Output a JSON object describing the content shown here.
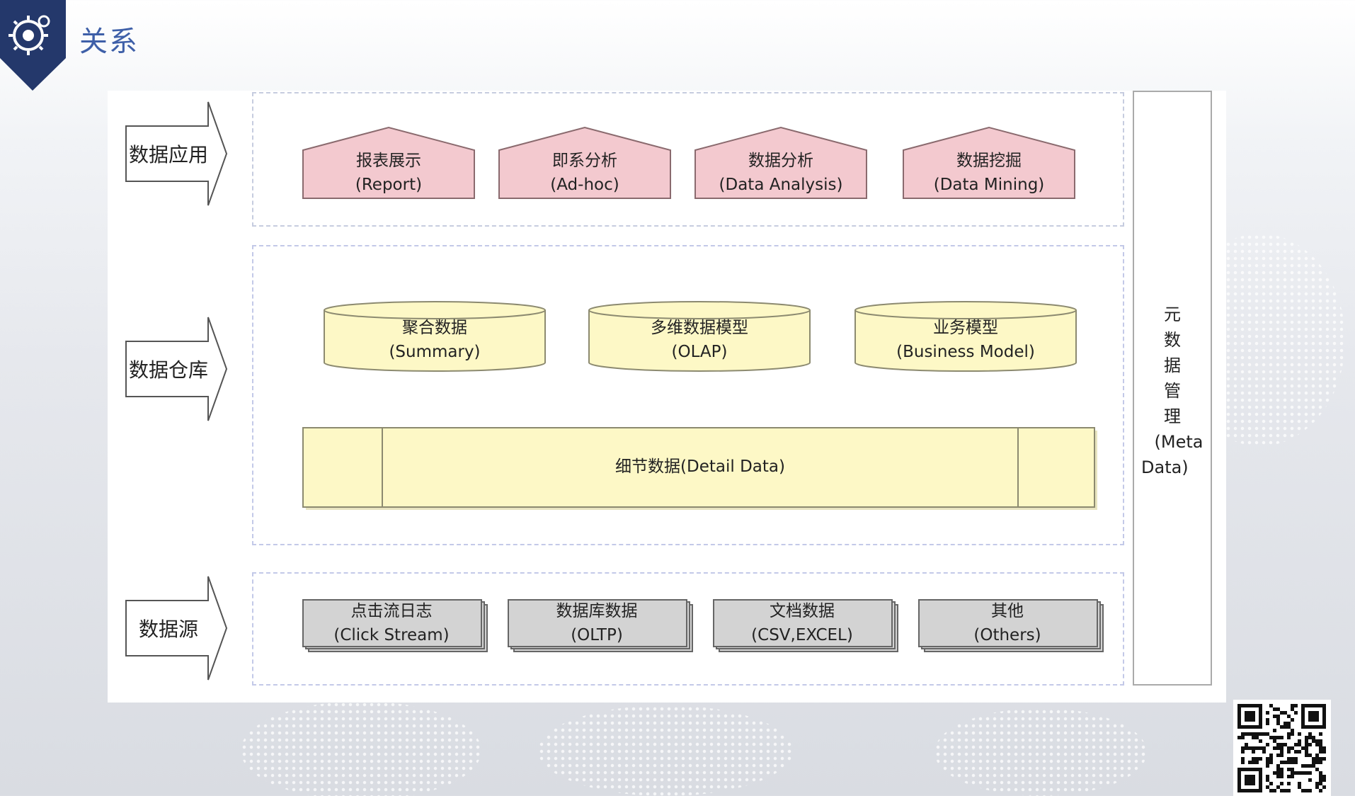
{
  "header": {
    "title": "关系"
  },
  "layers": {
    "application": {
      "label": "数据应用",
      "items": [
        {
          "cn": "报表展示",
          "en": "(Report)"
        },
        {
          "cn": "即系分析",
          "en": "(Ad-hoc)"
        },
        {
          "cn": "数据分析",
          "en": "(Data Analysis)"
        },
        {
          "cn": "数据挖掘",
          "en": "(Data Mining)"
        }
      ]
    },
    "warehouse": {
      "label": "数据仓库",
      "items": [
        {
          "cn": "聚合数据",
          "en": "(Summary)"
        },
        {
          "cn": "多维数据模型",
          "en": "(OLAP)"
        },
        {
          "cn": "业务模型",
          "en": "(Business Model)"
        }
      ],
      "detail": "细节数据(Detail Data)"
    },
    "source": {
      "label": "数据源",
      "items": [
        {
          "cn": "点击流日志",
          "en": "(Click Stream)"
        },
        {
          "cn": "数据库数据",
          "en": "(OLTP)"
        },
        {
          "cn": "文档数据",
          "en": "(CSV,EXCEL)"
        },
        {
          "cn": "其他",
          "en": "(Others)"
        }
      ]
    }
  },
  "metadata": {
    "chars": [
      "元",
      "数",
      "据",
      "管",
      "理"
    ],
    "en_line1": "(Meta",
    "en_line2": "Data)"
  },
  "colors": {
    "application_fill": "#f3c9cf",
    "application_stroke": "#8a6a6e",
    "warehouse_fill": "#fdf8c6",
    "warehouse_stroke": "#8c8a70",
    "source_fill": "#d3d3d3",
    "source_stroke": "#666666",
    "title_blue": "#3e5fa8",
    "badge_navy": "#24386b"
  },
  "icons": {
    "logo": "gear-badge-icon",
    "qr": "qr-code-icon"
  }
}
